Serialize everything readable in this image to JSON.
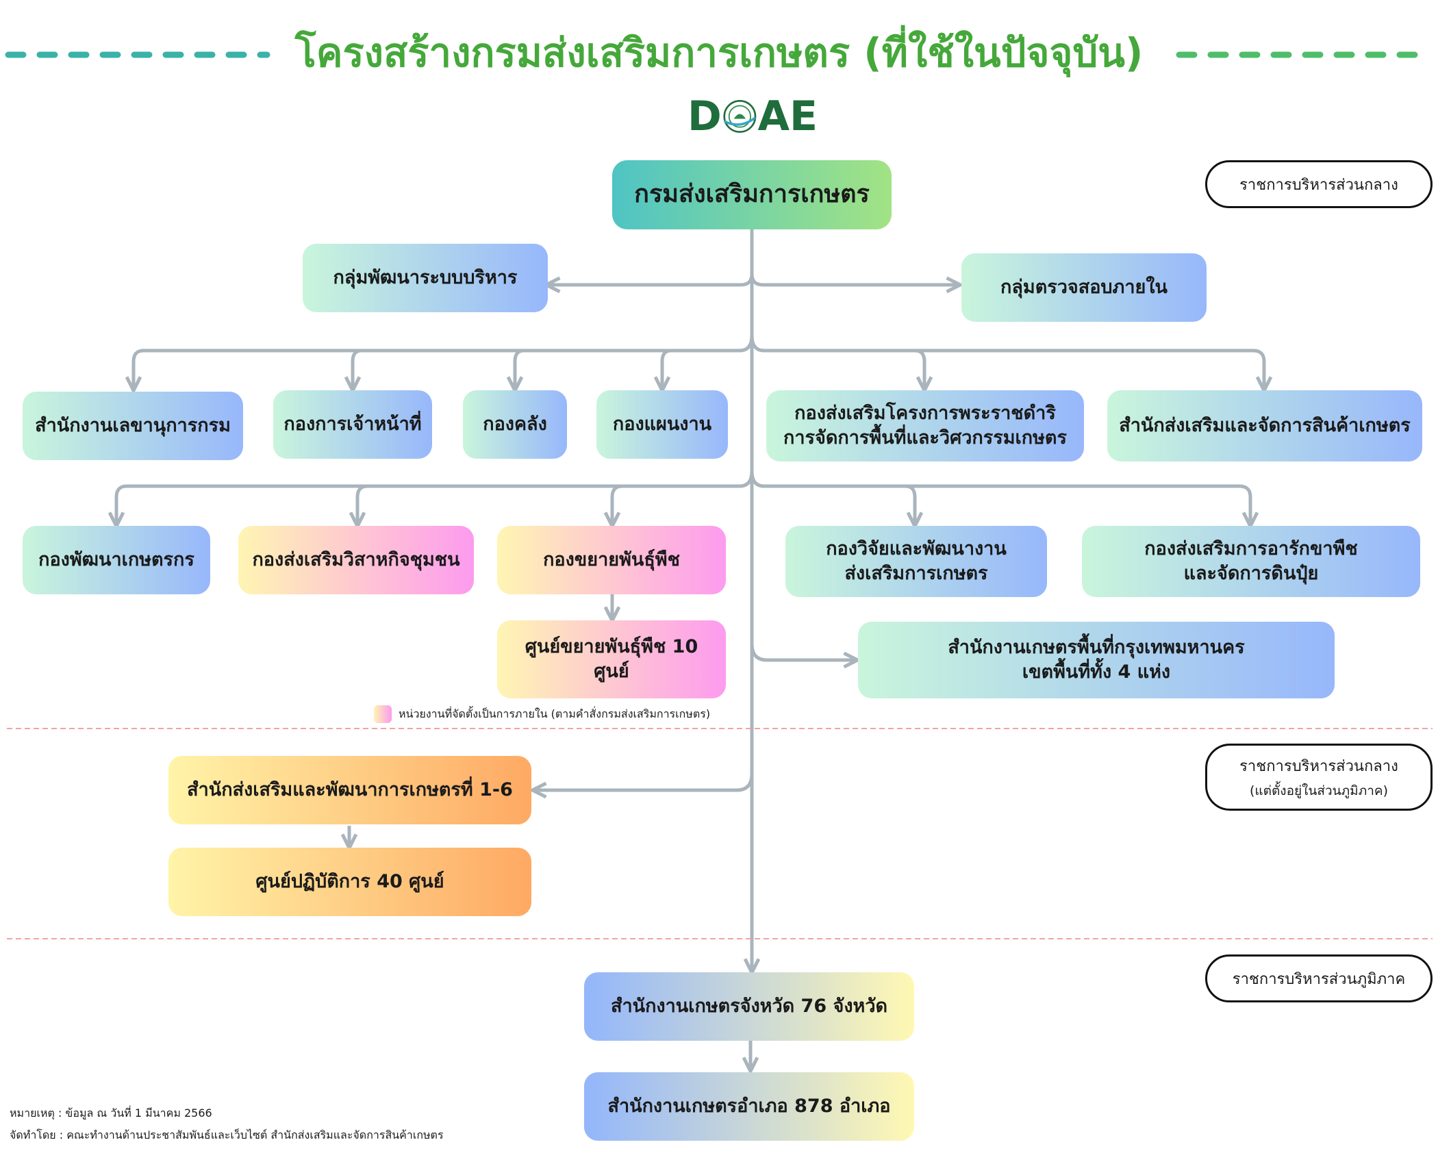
{
  "title": "โครงสร้างกรมส่งเสริมการเกษตร (ที่ใช้ในปัจจุบัน)",
  "logo": {
    "left": "D",
    "right": "AE"
  },
  "top": "กรมส่งเสริมการเกษตร",
  "groups": {
    "left": "กลุ่มพัฒนาระบบบริหาร",
    "right": "กลุ่มตรวจสอบภายใน"
  },
  "row1": [
    "สำนักงานเลขานุการกรม",
    "กองการเจ้าหน้าที่",
    "กองคลัง",
    "กองแผนงาน",
    "กองส่งเสริมโครงการพระราชดำริ\nการจัดการพื้นที่และวิศวกรรมเกษตร",
    "สำนักส่งเสริมและจัดการสินค้าเกษตร"
  ],
  "row2": [
    "กองพัฒนาเกษตรกร",
    "กองส่งเสริมวิสาหกิจชุมชน",
    "กองขยายพันธุ์พืช",
    "กองวิจัยและพัฒนางาน\nส่งเสริมการเกษตร",
    "กองส่งเสริมการอารักขาพืช\nและจัดการดินปุ๋ย"
  ],
  "seed_centers": "ศูนย์ขยายพันธุ์พืช 10 ศูนย์",
  "bangkok": "สำนักงานเกษตรพื้นที่กรุงเทพมหานคร\nเขตพื้นที่ทั้ง 4 แห่ง",
  "legend": "หน่วยงานที่จัดตั้งเป็นการภายใน (ตามคำสั่งกรมส่งเสริมการเกษตร)",
  "regional": {
    "offices": "สำนักส่งเสริมและพัฒนาการเกษตรที่ 1-6",
    "centers": "ศูนย์ปฏิบัติการ 40 ศูนย์"
  },
  "provincial": {
    "province": "สำนักงานเกษตรจังหวัด 76 จังหวัด",
    "district": "สำนักงานเกษตรอำเภอ 878 อำเภอ"
  },
  "labels": {
    "central": "ราชการบริหารส่วนกลาง",
    "central_regional": "ราชการบริหารส่วนกลาง",
    "central_regional_sub": "(แต่ตั้งอยู่ในส่วนภูมิภาค)",
    "provincial": "ราชการบริหารส่วนภูมิภาค"
  },
  "footer": {
    "note": "หมายเหตุ : ข้อมูล ณ วันที่ 1 มีนาคม 2566",
    "credit": "จัดทำโดย : คณะทำงานด้านประชาสัมพันธ์และเว็บไซต์ สำนักส่งเสริมและจัดการสินค้าเกษตร"
  },
  "colors": {
    "title": "#45a83a",
    "connector": "#aab4bc",
    "divider": "#f2a3a3"
  }
}
